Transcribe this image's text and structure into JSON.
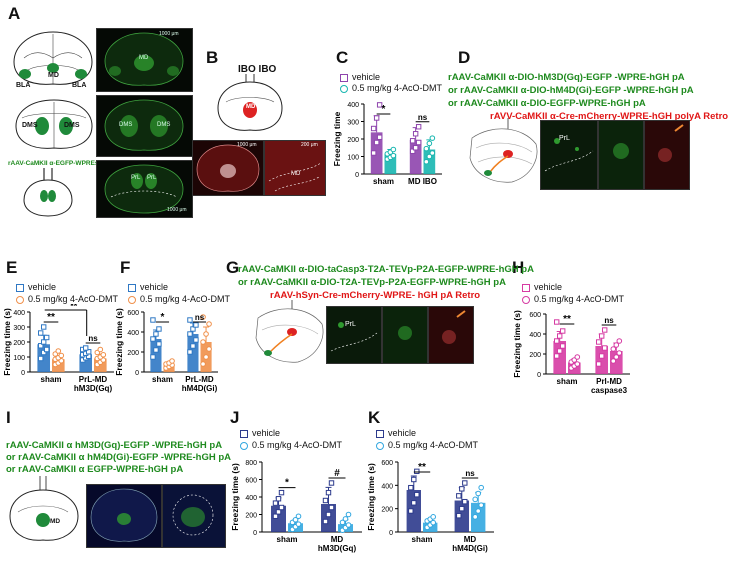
{
  "panels": {
    "A": {
      "label": "A",
      "regions_top": [
        "MD",
        "BLA",
        "BLA"
      ],
      "regions_mid": [
        "DMS",
        "DMS"
      ],
      "regions_bot": [
        "PrL",
        "PrL"
      ],
      "virus": "rAAV-CaMKII α-EGFP-WPREs",
      "micro_top_label": "MD",
      "micro_mid_labels": [
        "DMS",
        "DMS"
      ],
      "micro_bot_labels": [
        "PrL",
        "PrL"
      ],
      "scale": "1000 μm"
    },
    "B": {
      "label": "B",
      "ibo": "IBO IBO",
      "region": "MD",
      "scale1": "1000 μm",
      "scale2": "200 μm",
      "micro_label": "MD"
    },
    "C": {
      "label": "C"
    },
    "D": {
      "label": "D",
      "virus_lines": [
        "rAAV-CaMKII α-DIO-hM3D(Gq)-EGFP -WPRE-hGH pA",
        "or rAAV-CaMKII α-DIO-hM4D(Gi)-EGFP -WPRE-hGH pA",
        "or rAAV-CaMKII α-DIO-EGFP-WPRE-hGH pA"
      ],
      "retro": "rAVV-CaMKII α-Cre-mCherry-WPRE-hGH polyA Retro",
      "micro_label": "PrL"
    },
    "E": {
      "label": "E"
    },
    "F": {
      "label": "F"
    },
    "G": {
      "label": "G",
      "virus_lines": [
        "rAAV-CaMKII α-DIO-taCasp3-T2A-TEVp-P2A-EGFP-WPRE-hGH pA",
        "or rAAV-CaMKII α-DIO-T2A-TEVp-P2A-EGFP-WPRE-hGH pA"
      ],
      "retro": "rAAV-hSyn-Cre-mCherry-WPRE- hGH pA Retro",
      "micro_label": "PrL"
    },
    "H": {
      "label": "H"
    },
    "I": {
      "label": "I",
      "virus_lines": [
        "rAAV-CaMKII α hM3D(Gq)-EGFP -WPRE-hGH pA",
        "or rAAV-CaMKII α hM4D(Gi)-EGFP -WPRE-hGH pA",
        "or rAAV-CaMKII α EGFP-WPRE-hGH pA"
      ],
      "region": "MD"
    },
    "J": {
      "label": "J"
    },
    "K": {
      "label": "K"
    }
  },
  "colors": {
    "green_text": "#1e8a1e",
    "red_text": "#e01616"
  },
  "chart_data": [
    {
      "id": "C",
      "type": "bar",
      "legend": [
        "vehicle",
        "0.5 mg/kg 4-AcO-DMT"
      ],
      "colors": [
        "#8e44ad",
        "#17b6b0"
      ],
      "marker_shapes": [
        "square",
        "circle"
      ],
      "categories": [
        "sham",
        "MD IBO"
      ],
      "ylabel": "Freezing time",
      "ylim": [
        0,
        400
      ],
      "yticks": [
        0,
        100,
        200,
        300,
        400
      ],
      "series": [
        {
          "name": "vehicle",
          "values": [
            238,
            195
          ],
          "err": [
            95,
            70
          ],
          "points": [
            [
              120,
              180,
              210,
              260,
              320,
              395
            ],
            [
              130,
              150,
              180,
              190,
              230,
              270
            ]
          ]
        },
        {
          "name": "0.5 mg/kg 4-AcO-DMT",
          "values": [
            115,
            140
          ],
          "err": [
            25,
            55
          ],
          "points": [
            [
              85,
              95,
              105,
              115,
              125,
              140
            ],
            [
              70,
              100,
              120,
              145,
              175,
              205
            ]
          ]
        }
      ],
      "sig": [
        {
          "text": "*",
          "group": 0
        },
        {
          "text": "ns",
          "group": 1
        }
      ]
    },
    {
      "id": "E",
      "type": "bar",
      "legend": [
        "vehicle",
        "0.5 mg/kg 4-AcO-DMT"
      ],
      "colors": [
        "#2f78c4",
        "#f0904a"
      ],
      "marker_shapes": [
        "square",
        "circle"
      ],
      "categories": [
        "sham",
        "PrL-MD hM3D(Gq)"
      ],
      "ylabel": "Freezing time (s)",
      "ylim": [
        0,
        400
      ],
      "yticks": [
        0,
        100,
        200,
        300,
        400
      ],
      "series": [
        {
          "name": "vehicle",
          "values": [
            185,
            118
          ],
          "err": [
            60,
            25
          ],
          "points": [
            [
              90,
              130,
              150,
              175,
              200,
              230,
              260,
              300
            ],
            [
              80,
              95,
              105,
              115,
              125,
              135,
              150,
              160
            ]
          ]
        },
        {
          "name": "0.5 mg/kg 4-AcO-DMT",
          "values": [
            85,
            90
          ],
          "err": [
            25,
            30
          ],
          "points": [
            [
              50,
              60,
              75,
              85,
              95,
              110,
              120,
              140
            ],
            [
              50,
              65,
              80,
              90,
              100,
              115,
              130,
              150
            ]
          ]
        }
      ],
      "sig": [
        {
          "text": "**",
          "group": 0
        },
        {
          "text": "ns",
          "group": 1
        },
        {
          "text": "**",
          "across": true
        }
      ]
    },
    {
      "id": "F",
      "type": "bar",
      "legend": [
        "vehicle",
        "0.5 mg/kg 4-AcO-DMT"
      ],
      "colors": [
        "#2f78c4",
        "#f0904a"
      ],
      "marker_shapes": [
        "square",
        "circle"
      ],
      "categories": [
        "sham",
        "PrL-MD hM4D(Gi)"
      ],
      "ylabel": "Freezing time (s)",
      "ylim": [
        0,
        600
      ],
      "yticks": [
        0,
        200,
        400,
        600
      ],
      "series": [
        {
          "name": "vehicle",
          "values": [
            330,
            380
          ],
          "err": [
            90,
            110
          ],
          "points": [
            [
              150,
              220,
              280,
              330,
              380,
              430,
              520
            ],
            [
              200,
              260,
              320,
              380,
              430,
              470,
              520
            ]
          ]
        },
        {
          "name": "0.5 mg/kg 4-AcO-DMT",
          "values": [
            75,
            300
          ],
          "err": [
            25,
            150
          ],
          "points": [
            [
              40,
              55,
              70,
              80,
              90,
              110
            ],
            [
              80,
              150,
              230,
              300,
              380,
              480,
              550
            ]
          ]
        }
      ],
      "sig": [
        {
          "text": "*",
          "group": 0
        },
        {
          "text": "ns",
          "group": 1
        }
      ]
    },
    {
      "id": "H",
      "type": "bar",
      "legend": [
        "vehicle",
        "0.5 mg/kg 4-AcO-DMT"
      ],
      "colors": [
        "#d63ba3",
        "#d63ba3"
      ],
      "marker_shapes": [
        "square",
        "circle"
      ],
      "categories": [
        "sham",
        "Prl-MD caspase3"
      ],
      "ylabel": "Freezing time (s)",
      "ylim": [
        0,
        600
      ],
      "yticks": [
        0,
        200,
        400,
        600
      ],
      "series": [
        {
          "name": "vehicle",
          "values": [
            330,
            280
          ],
          "err": [
            95,
            120
          ],
          "points": [
            [
              180,
              230,
              280,
              330,
              380,
              430,
              520
            ],
            [
              100,
              180,
              260,
              320,
              380,
              440
            ]
          ]
        },
        {
          "name": "0.5 mg/kg 4-AcO-DMT",
          "values": [
            115,
            230
          ],
          "err": [
            35,
            80
          ],
          "points": [
            [
              60,
              80,
              100,
              120,
              140,
              170
            ],
            [
              130,
              170,
              210,
              250,
              290,
              330
            ]
          ]
        }
      ],
      "sig": [
        {
          "text": "**",
          "group": 0
        },
        {
          "text": "ns",
          "group": 1
        }
      ]
    },
    {
      "id": "J",
      "type": "bar",
      "legend": [
        "vehicle",
        "0.5 mg/kg 4-AcO-DMT"
      ],
      "colors": [
        "#2c3a8c",
        "#32a7e0"
      ],
      "marker_shapes": [
        "square",
        "circle"
      ],
      "categories": [
        "sham",
        "MD hM3D(Gq)"
      ],
      "ylabel": "Freezing time (s)",
      "ylim": [
        0,
        800
      ],
      "yticks": [
        0,
        200,
        400,
        600,
        800
      ],
      "series": [
        {
          "name": "vehicle",
          "values": [
            300,
            320
          ],
          "err": [
            90,
            190
          ],
          "points": [
            [
              180,
              230,
              280,
              330,
              380,
              450
            ],
            [
              120,
              200,
              280,
              360,
              450,
              560
            ]
          ]
        },
        {
          "name": "0.5 mg/kg 4-AcO-DMT",
          "values": [
            100,
            90
          ],
          "err": [
            40,
            50
          ],
          "points": [
            [
              30,
              60,
              90,
              110,
              140,
              180
            ],
            [
              20,
              50,
              80,
              110,
              150,
              200
            ]
          ]
        }
      ],
      "sig": [
        {
          "text": "*",
          "group": 0
        },
        {
          "text": "#",
          "group": 1
        }
      ]
    },
    {
      "id": "K",
      "type": "bar",
      "legend": [
        "vehicle",
        "0.5 mg/kg 4-AcO-DMT"
      ],
      "colors": [
        "#2c3a8c",
        "#32a7e0"
      ],
      "marker_shapes": [
        "square",
        "circle"
      ],
      "categories": [
        "sham",
        "MD hM4D(Gi)"
      ],
      "ylabel": "Freezing time (s)",
      "ylim": [
        0,
        600
      ],
      "yticks": [
        0,
        200,
        400,
        600
      ],
      "series": [
        {
          "name": "vehicle",
          "values": [
            360,
            270
          ],
          "err": [
            120,
            110
          ],
          "points": [
            [
              180,
              250,
              320,
              380,
              450,
              520
            ],
            [
              140,
              200,
              260,
              310,
              370,
              420
            ]
          ]
        },
        {
          "name": "0.5 mg/kg 4-AcO-DMT",
          "values": [
            80,
            250
          ],
          "err": [
            30,
            90
          ],
          "points": [
            [
              40,
              60,
              80,
              95,
              110,
              130
            ],
            [
              130,
              180,
              230,
              280,
              330,
              380
            ]
          ]
        }
      ],
      "sig": [
        {
          "text": "**",
          "group": 0
        },
        {
          "text": "ns",
          "group": 1
        }
      ]
    }
  ]
}
